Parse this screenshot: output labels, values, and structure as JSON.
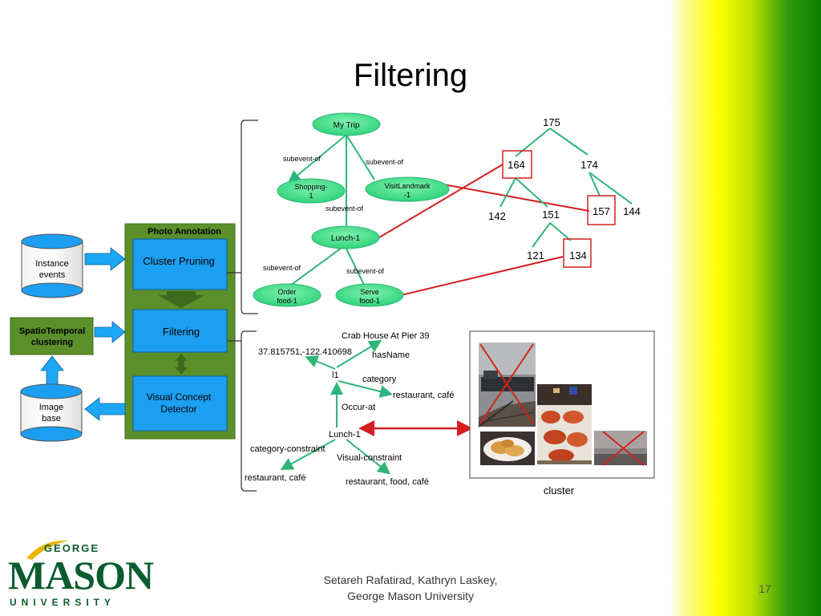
{
  "slide": {
    "title": "Filtering",
    "footer_line1": "Setareh Rafatirad, Kathryn Laskey,",
    "footer_line2": "George Mason University",
    "page_number": "17"
  },
  "logo": {
    "line1": "GEORGE",
    "line2": "MASON",
    "line3": "UNIVERSITY",
    "color": "#0a5c2e"
  },
  "left_panel": {
    "panel_title": "Photo Annotation",
    "cluster_pruning": "Cluster Pruning",
    "filtering": "Filtering",
    "visual_detector_1": "Visual Concept",
    "visual_detector_2": "Detector",
    "instance_1": "Instance",
    "instance_2": "events",
    "spatio_1": "SpatioTemporal",
    "spatio_2": "clustering",
    "image_1": "Image",
    "image_2": "base"
  },
  "event_graph": {
    "my_trip": "My Trip",
    "shopping_1": "Shopping-",
    "shopping_2": "1",
    "visit_1": "VisitLandmark",
    "visit_2": "-1",
    "lunch": "Lunch-1",
    "order_1": "Order",
    "order_2": "food-1",
    "serve_1": "Serve",
    "serve_2": "food-1",
    "edge_subevent": "subevent-of"
  },
  "tree": {
    "n175": "175",
    "n164": "164",
    "n174": "174",
    "n142": "142",
    "n151": "151",
    "n157": "157",
    "n144": "144",
    "n121": "121",
    "n134": "134"
  },
  "detail_graph": {
    "crab_house": "Crab House At Pier 39",
    "coords": "37.815751,-122.410698",
    "has_name": "hasName",
    "l1": "l1",
    "category": "category",
    "restaurant_cafe": "restaurant, café",
    "occur_at": "Occur-at",
    "lunch": "Lunch-1",
    "category_constraint": "category-constraint",
    "visual_constraint": "Visual-constraint",
    "restaurant_food_cafe": "restaurant, food, café",
    "cluster_label": "cluster"
  },
  "colors": {
    "node_green": "#33d67a",
    "edge_green": "#2fb57a",
    "red_line": "#d42020",
    "box_blue": "#1c9ff0",
    "panel_green": "#5a8f2a",
    "arrow_blue": "#1ea7f5"
  }
}
